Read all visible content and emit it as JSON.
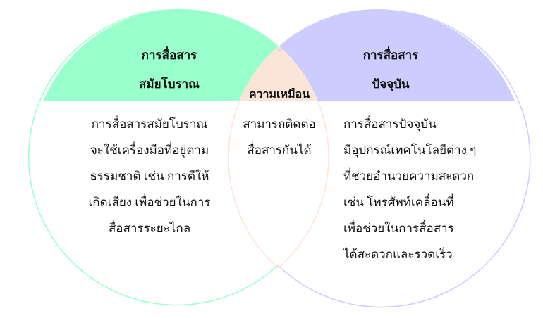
{
  "diagram": {
    "type": "venn",
    "colors": {
      "left_fill": "#99FFCC",
      "right_fill": "#CCCCFF",
      "overlap_fill": "#FCE4D6",
      "left_stroke": "#99FFCC",
      "right_stroke": "#CCCCFF",
      "overlap_stroke": "#FCE4D6"
    },
    "left": {
      "title_lines": [
        "การสื่อสาร",
        "สมัยโบราณ"
      ],
      "body_lines": [
        "การสื่อสารสมัยโบราณ",
        "จะใช้เครื่องมือที่อยู่ตาม",
        "ธรรมชาติ เช่น การตีให้",
        "เกิดเสียง เพื่อช่วยในการ",
        "สื่อสารระยะไกล"
      ]
    },
    "overlap": {
      "title": "ความเหมือน",
      "body_lines": [
        "สามารถติดต่อ",
        "สื่อสารกันได้"
      ]
    },
    "right": {
      "title_lines": [
        "การสื่อสาร",
        "ปัจจุบัน"
      ],
      "body_lines": [
        "การสื่อสารปัจจุบัน",
        "มีอุปกรณ์เทคโนโลยีต่าง ๆ",
        "ที่ช่วยอำนวยความสะดวก",
        "เช่น โทรศัพท์เคลื่อนที่",
        "เพื่อช่วยในการสื่อสาร",
        "ได้สะดวกและรวดเร็ว"
      ]
    }
  }
}
